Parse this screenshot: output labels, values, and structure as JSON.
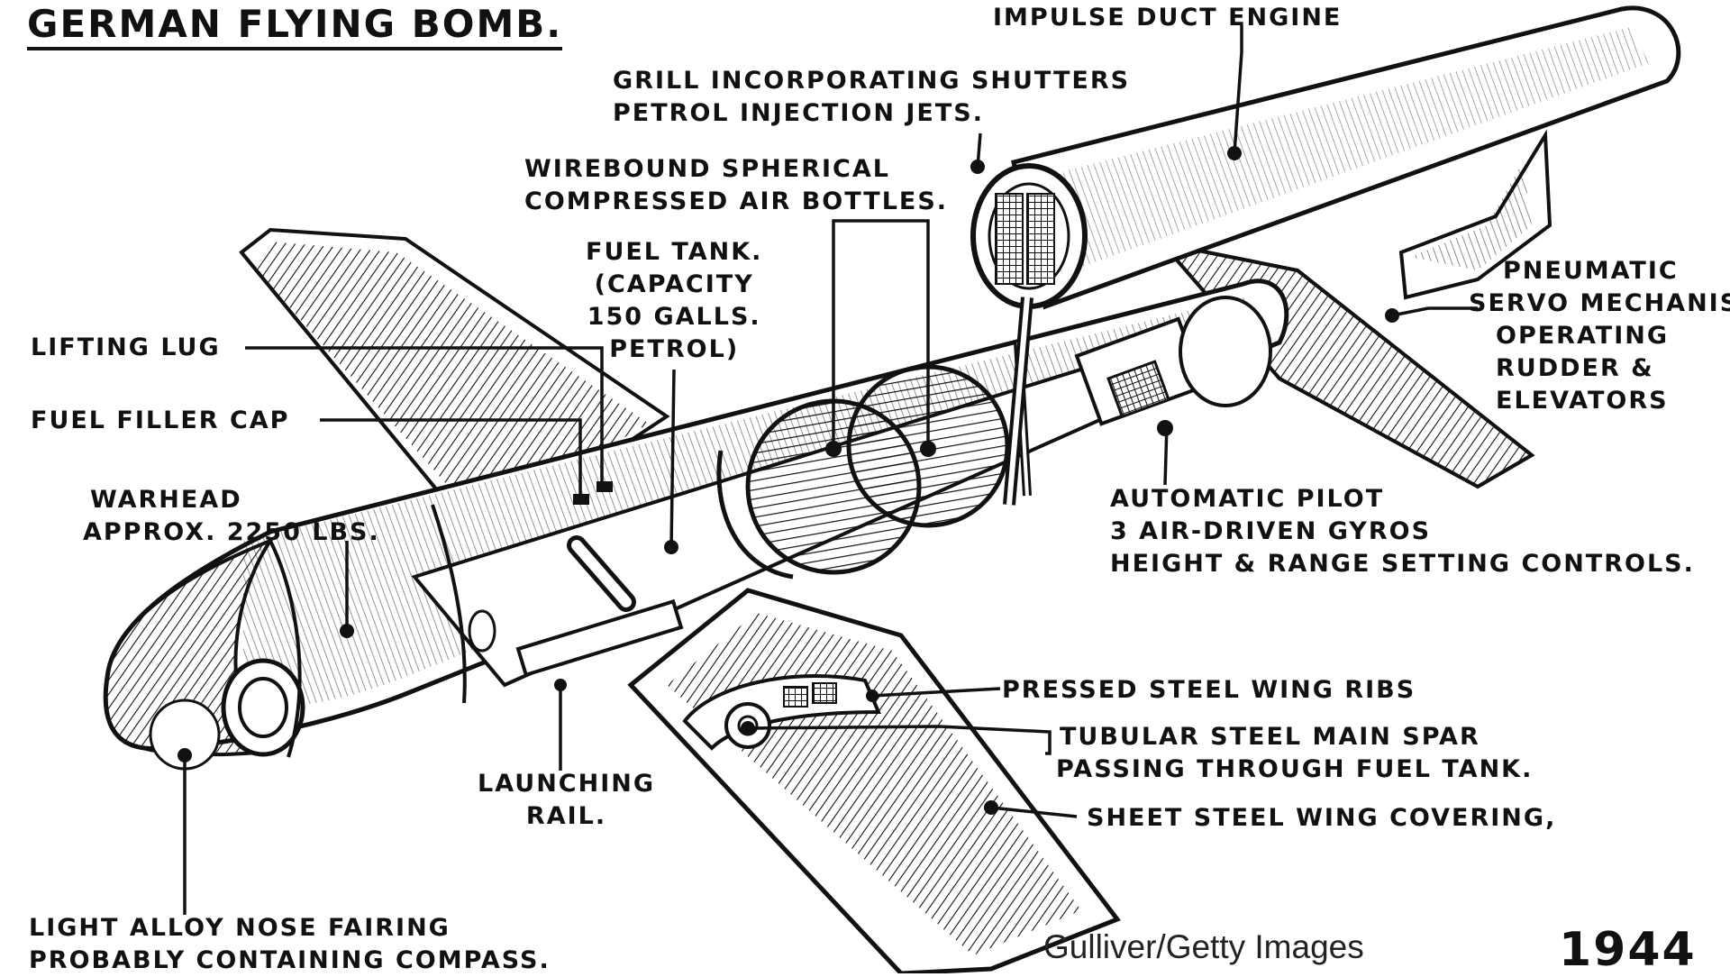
{
  "title": "GERMAN FLYING BOMB.",
  "year": "1944",
  "credit": "Gulliver/Getty Images",
  "labels": {
    "engine": [
      "IMPULSE DUCT ENGINE"
    ],
    "grill": [
      "GRILL INCORPORATING SHUTTERS",
      "PETROL INJECTION JETS."
    ],
    "bottles": [
      "WIREBOUND SPHERICAL",
      "COMPRESSED AIR BOTTLES."
    ],
    "tank": [
      "FUEL TANK.",
      "(CAPACITY",
      "150 GALLS.",
      "PETROL)"
    ],
    "lug": [
      "LIFTING LUG"
    ],
    "cap": [
      "FUEL FILLER CAP"
    ],
    "warhead": [
      "WARHEAD",
      "APPROX. 2250 LBS."
    ],
    "servo": [
      "PNEUMATIC",
      "SERVO MECHANISM",
      "OPERATING",
      "RUDDER &",
      "ELEVATORS"
    ],
    "pilot": [
      "AUTOMATIC PILOT",
      "3 AIR-DRIVEN GYROS",
      "HEIGHT & RANGE SETTING CONTROLS."
    ],
    "ribs": [
      "PRESSED STEEL WING RIBS"
    ],
    "spar": [
      "TUBULAR STEEL MAIN SPAR",
      "PASSING THROUGH FUEL TANK."
    ],
    "covering": [
      "SHEET STEEL WING COVERING,"
    ],
    "rail": [
      "LAUNCHING",
      "RAIL."
    ],
    "nose": [
      "LIGHT ALLOY NOSE FAIRING",
      "PROBABLY CONTAINING COMPASS."
    ]
  }
}
